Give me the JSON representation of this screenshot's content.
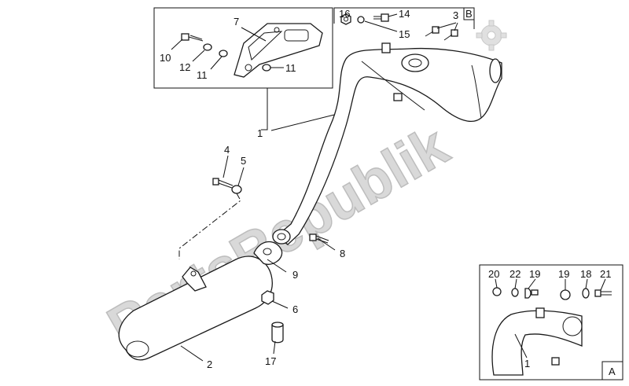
{
  "watermark": "PartsRepublik",
  "colors": {
    "line": "#111111",
    "watermark": "#d9d9d9"
  },
  "box_letters": {
    "top_box": "B",
    "inset_box": "A"
  },
  "callouts": {
    "c1": "1",
    "c2": "2",
    "c3": "3",
    "c4": "4",
    "c5": "5",
    "c6": "6",
    "c7": "7",
    "c8": "8",
    "c9": "9",
    "c10": "10",
    "c11a": "11",
    "c11b": "11",
    "c12": "12",
    "c14": "14",
    "c15": "15",
    "c16": "16",
    "c17": "17",
    "inset_c1": "1",
    "inset_c18": "18",
    "inset_c19a": "19",
    "inset_c19b": "19",
    "inset_c20": "20",
    "inset_c21": "21",
    "inset_c22": "22"
  }
}
